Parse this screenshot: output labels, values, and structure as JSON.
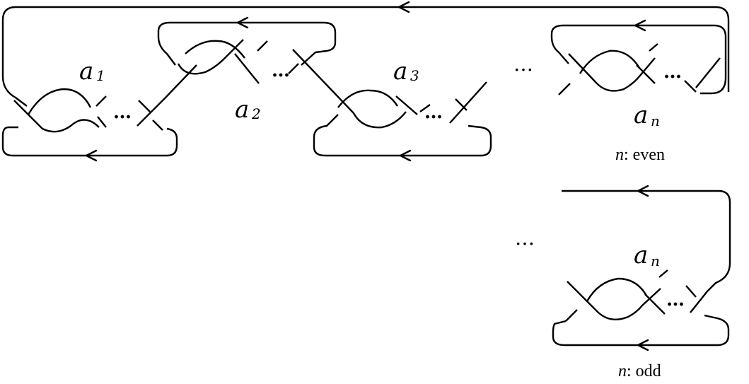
{
  "labels": {
    "a1": {
      "base": "a",
      "sub": "1"
    },
    "a2": {
      "base": "a",
      "sub": "2"
    },
    "a3": {
      "base": "a",
      "sub": "3"
    },
    "an_even": {
      "base": "a",
      "sub": "n"
    },
    "an_odd": {
      "base": "a",
      "sub": "n"
    }
  },
  "ellipsis": "…",
  "captions": {
    "even": {
      "var": "n",
      "text": ": even"
    },
    "odd": {
      "var": "n",
      "text": ": odd"
    }
  }
}
